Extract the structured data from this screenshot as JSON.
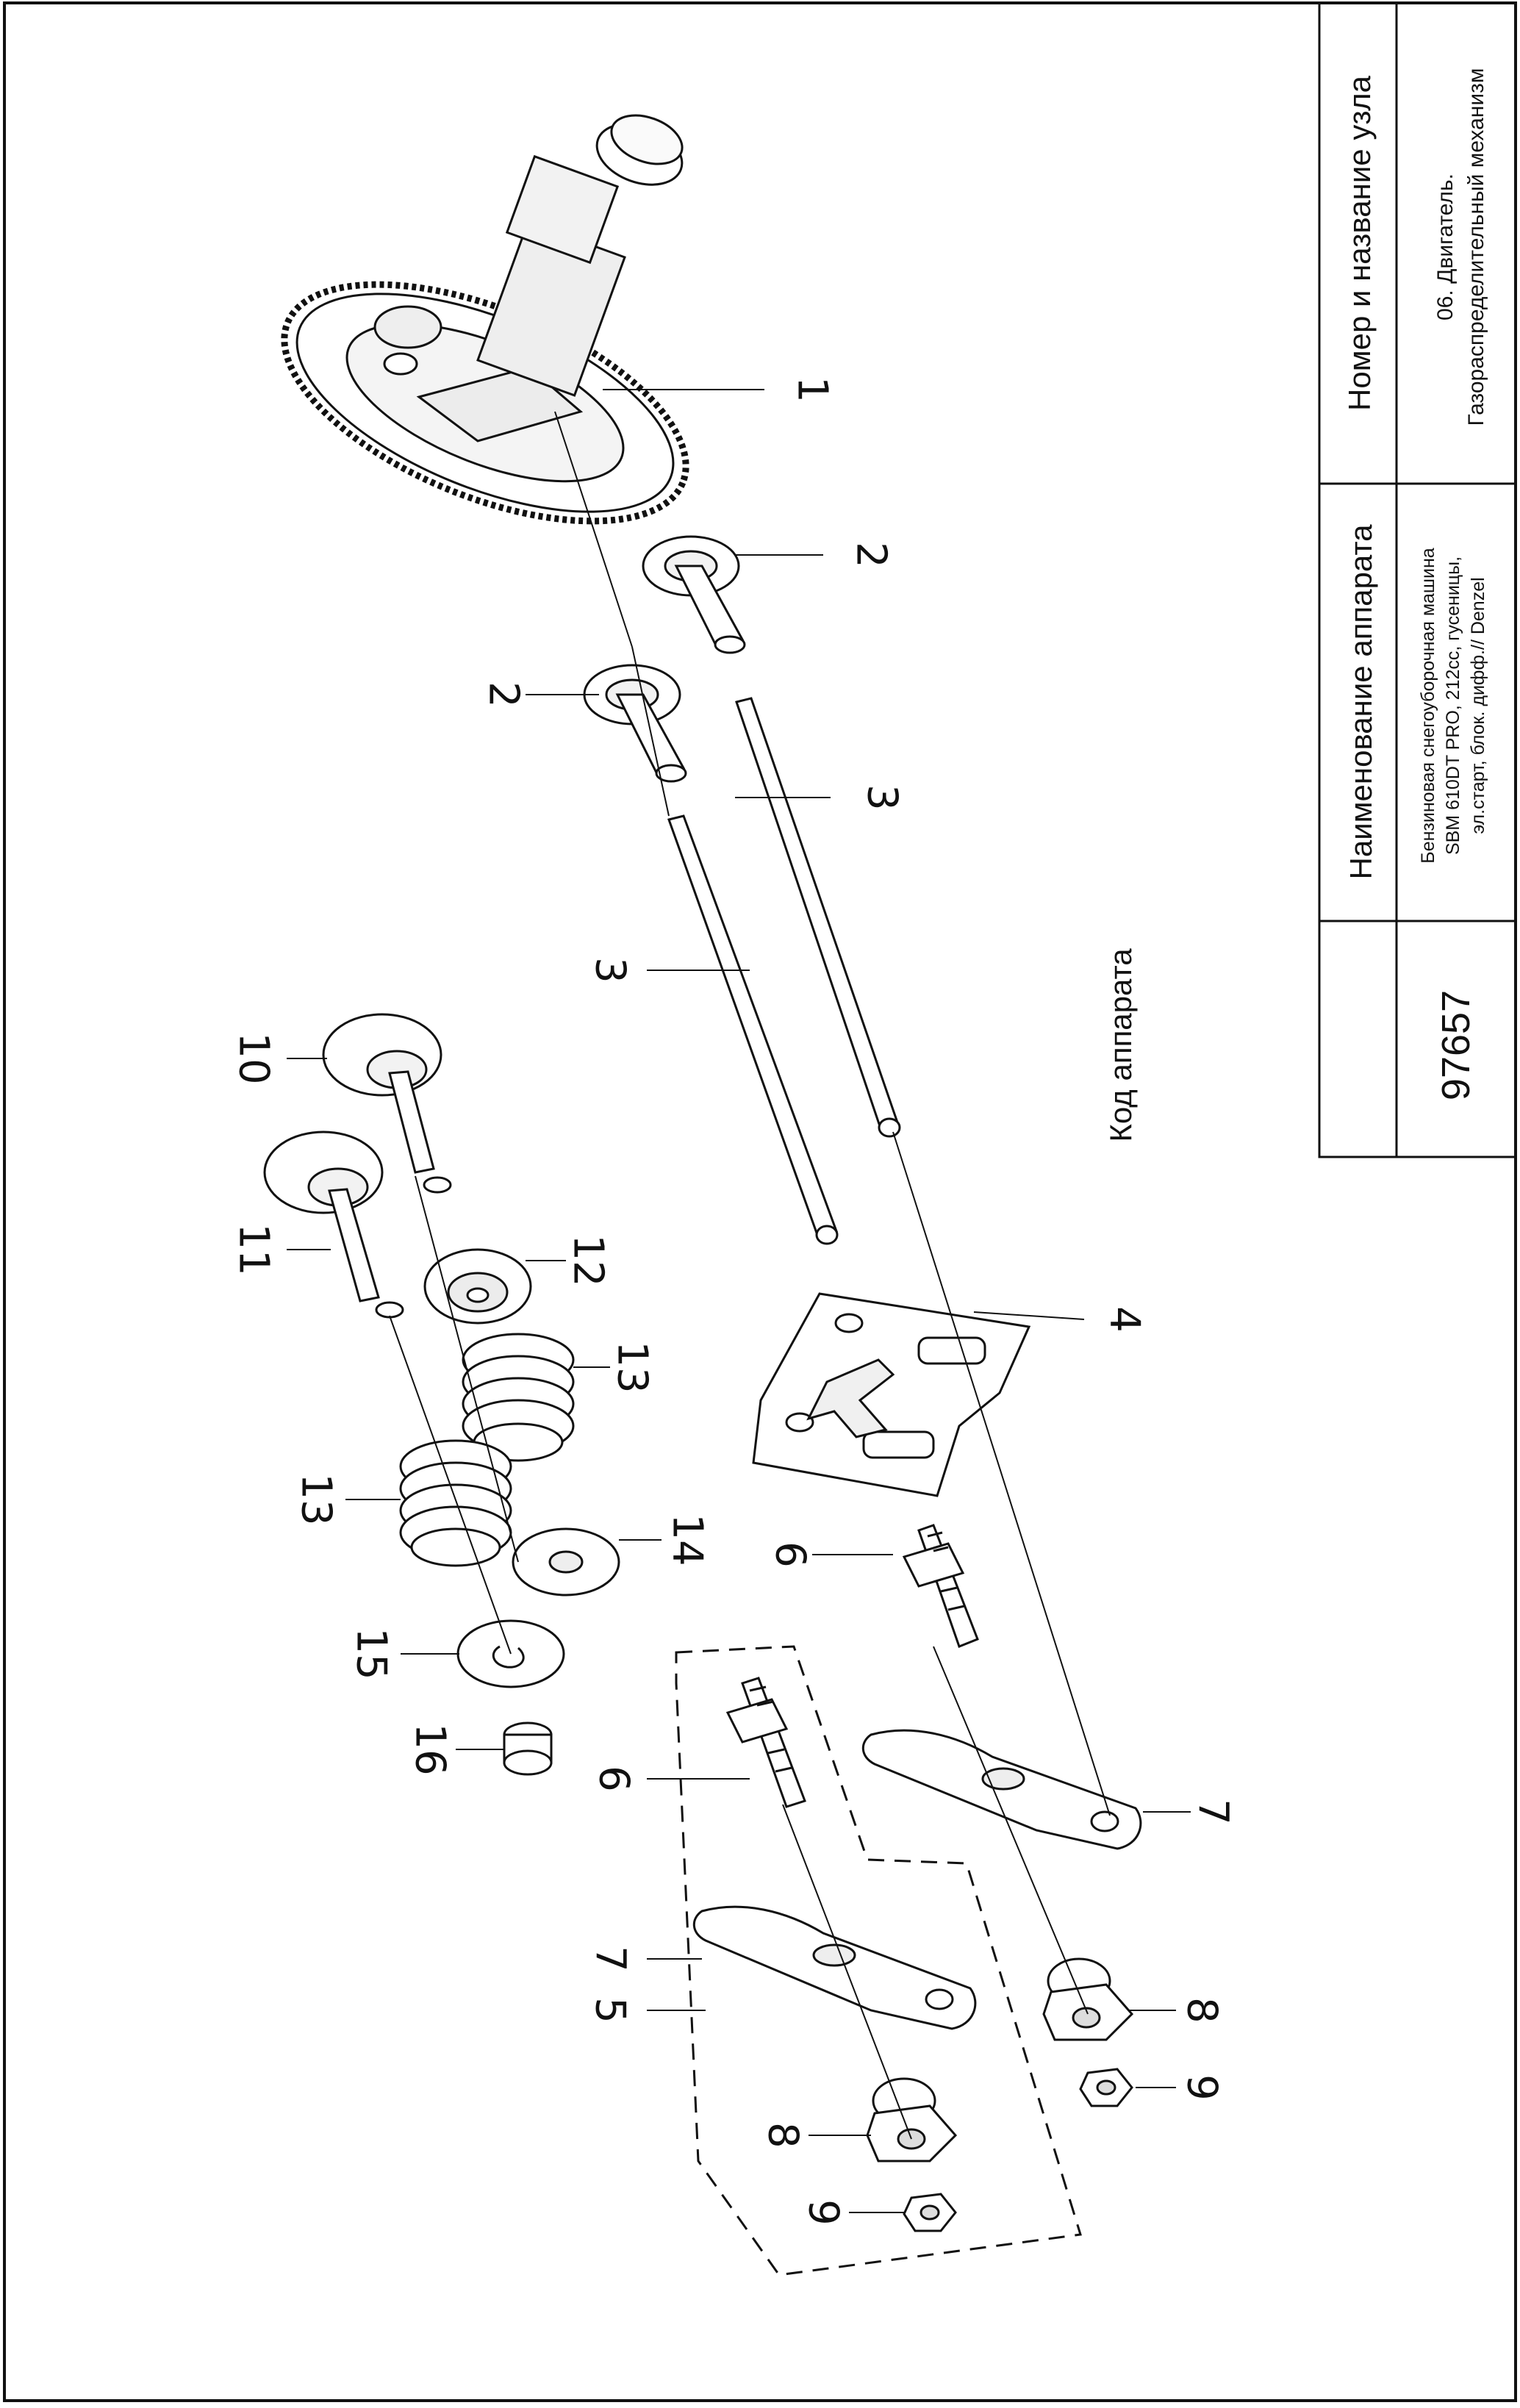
{
  "title_block": {
    "code_header": "Код аппарата",
    "code_value": "97657",
    "name_header": "Наименование аппарата",
    "name_lines": [
      "Бензиновая снегоуборочная машина",
      "SBM 610DT PRO, 212cc, гусеницы,",
      "эл.старт, блок. дифф.// Denzel"
    ],
    "node_header": "Номер и название узла",
    "node_lines": [
      "06. Двигатель.",
      "Газораспределительный механизм"
    ]
  },
  "callouts": [
    "1",
    "2",
    "2",
    "3",
    "3",
    "4",
    "5",
    "6",
    "6",
    "7",
    "7",
    "8",
    "8",
    "9",
    "9",
    "10",
    "11",
    "12",
    "13",
    "13",
    "14",
    "15",
    "16"
  ],
  "parts": [
    {
      "label": "1",
      "icon": "camshaft-gear-icon"
    },
    {
      "label": "2",
      "icon": "tappet-icon"
    },
    {
      "label": "3",
      "icon": "push-rod-icon"
    },
    {
      "label": "4",
      "icon": "guide-plate-icon"
    },
    {
      "label": "5",
      "icon": "rocker-assembly-icon"
    },
    {
      "label": "6",
      "icon": "stud-bolt-icon"
    },
    {
      "label": "7",
      "icon": "rocker-arm-icon"
    },
    {
      "label": "8",
      "icon": "pivot-nut-icon"
    },
    {
      "label": "9",
      "icon": "lock-nut-icon"
    },
    {
      "label": "10",
      "icon": "valve-icon"
    },
    {
      "label": "11",
      "icon": "valve-icon"
    },
    {
      "label": "12",
      "icon": "valve-seal-icon"
    },
    {
      "label": "13",
      "icon": "valve-spring-icon"
    },
    {
      "label": "14",
      "icon": "spring-retainer-icon"
    },
    {
      "label": "15",
      "icon": "spring-retainer-icon"
    },
    {
      "label": "16",
      "icon": "valve-cap-icon"
    }
  ]
}
